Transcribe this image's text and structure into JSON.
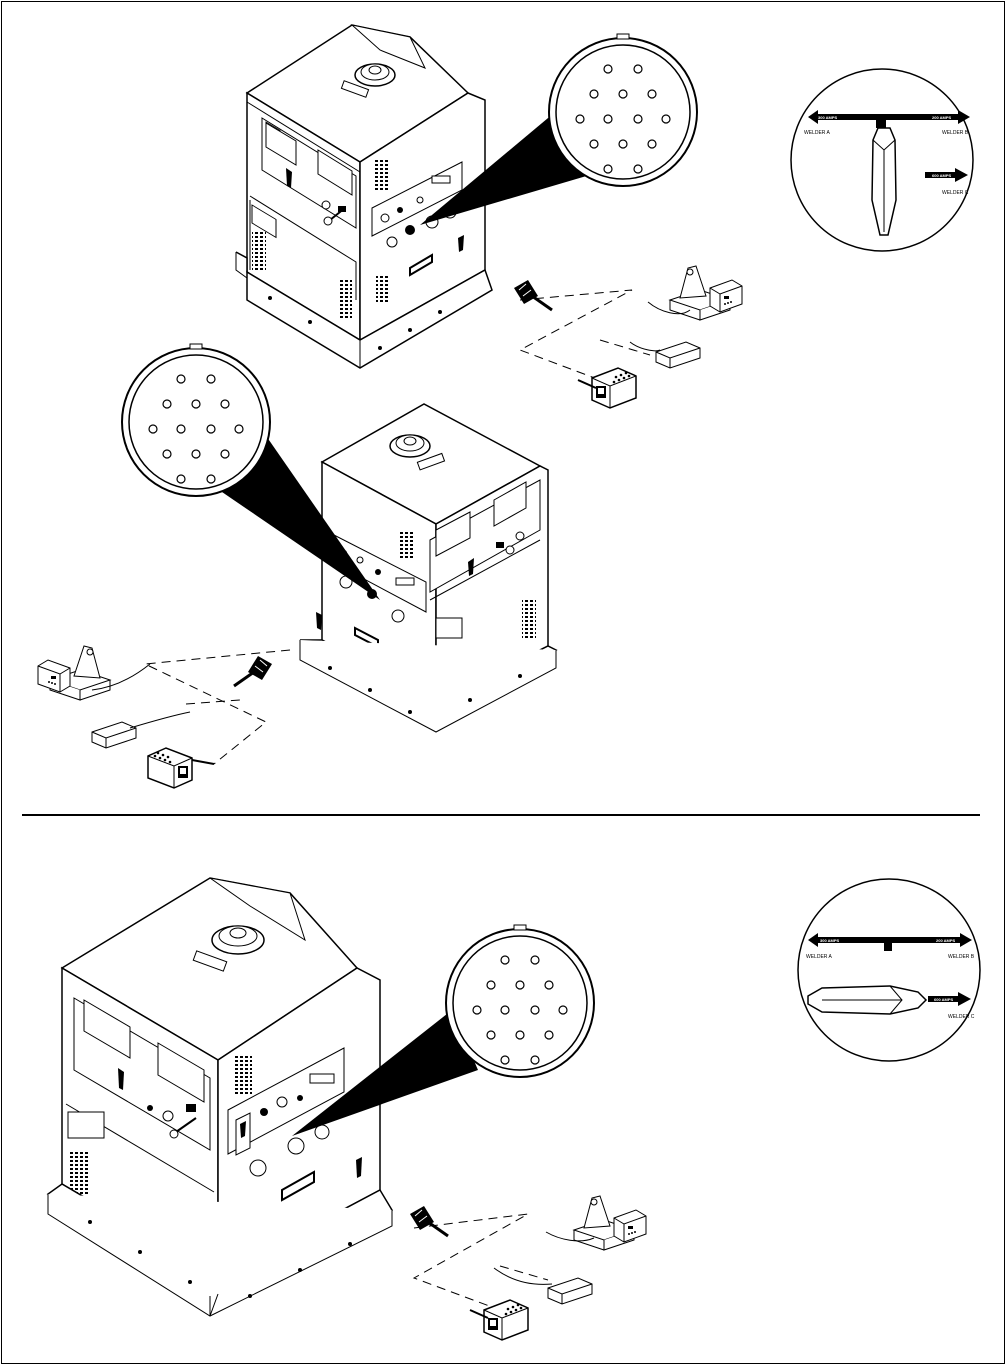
{
  "selector_upper": {
    "left_amps": "300 AMPS",
    "right_amps": "200 AMPS",
    "down_amps": "600 AMPS",
    "welder_a": "WELDER A",
    "welder_b": "WELDER B",
    "welder_c": "WELDER C"
  },
  "selector_lower": {
    "left_amps": "300 AMPS",
    "right_amps": "200 AMPS",
    "down_amps": "600 AMPS",
    "welder_a": "WELDER A",
    "welder_b": "WELDER B",
    "welder_c": "WELDER C"
  },
  "icons": [
    "welder-generator-icon",
    "remote-receptacle-detail-icon",
    "remote-plug-icon",
    "hand-control-icon",
    "foot-control-icon",
    "pendant-control-icon",
    "process-selector-switch-icon"
  ]
}
